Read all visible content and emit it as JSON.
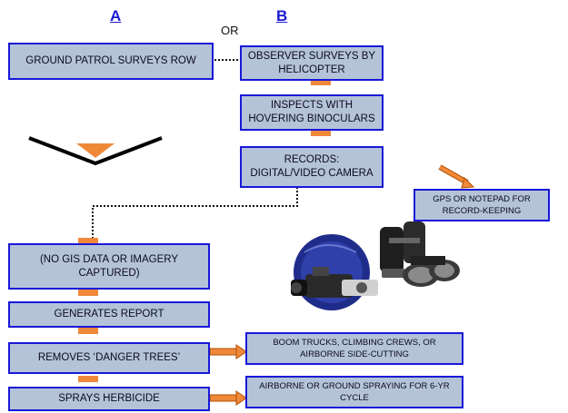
{
  "headers": {
    "a": "A",
    "b": "B",
    "or": "OR"
  },
  "column_a": {
    "ground_patrol": "GROUND PATROL SURVEYS ROW",
    "no_gis": "(NO GIS DATA OR IMAGERY CAPTURED)",
    "report": "GENERATES REPORT",
    "danger_trees": "REMOVES ‘DANGER TREES’",
    "herbicide": "SPRAYS HERBICIDE"
  },
  "column_b": {
    "helicopter": "OBSERVER SURVEYS BY HELICOPTER",
    "binoculars": "INSPECTS WITH HOVERING BINOCULARS",
    "records": "RECORDS: DIGITAL/VIDEO CAMERA"
  },
  "side_notes": {
    "gps": "GPS OR NOTEPAD FOR RECORD-KEEPING",
    "boom": "BOOM TRUCKS, CLIMBING CREWS, OR AIRBORNE SIDE-CUTTING",
    "spraying": "AIRBORNE OR GROUND SPRAYING FOR 6-YR CYCLE"
  },
  "colors": {
    "box_fill": "#b5c3d9",
    "box_border": "#1818d8",
    "arrow": "#f0883a",
    "header": "#1a1ad6"
  },
  "images": [
    "video-camera-image",
    "binoculars-image"
  ]
}
